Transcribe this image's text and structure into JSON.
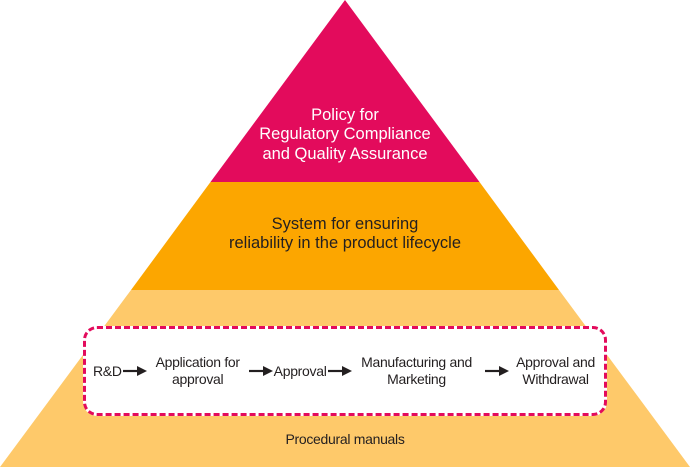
{
  "pyramid": {
    "colors": {
      "top": "#e30b5c",
      "middle": "#fca600",
      "band": "#fec96a",
      "base": "#fec96a",
      "flow_border": "#e30b5c"
    },
    "tiers": [
      {
        "id": "top",
        "label_lines": [
          "Policy for",
          "Regulatory Compliance",
          "and Quality Assurance"
        ]
      },
      {
        "id": "middle",
        "label_lines": [
          "System for ensuring",
          "reliability in the product lifecycle"
        ]
      },
      {
        "id": "base",
        "label": "Procedural manuals"
      }
    ]
  },
  "flow": {
    "steps": [
      {
        "lines": [
          "R&D"
        ]
      },
      {
        "lines": [
          "Application for",
          "approval"
        ]
      },
      {
        "lines": [
          "Approval"
        ]
      },
      {
        "lines": [
          "Manufacturing and",
          "Marketing"
        ]
      },
      {
        "lines": [
          "Approval and",
          "Withdrawal"
        ]
      }
    ],
    "arrow_icon": "right-arrow-icon"
  }
}
